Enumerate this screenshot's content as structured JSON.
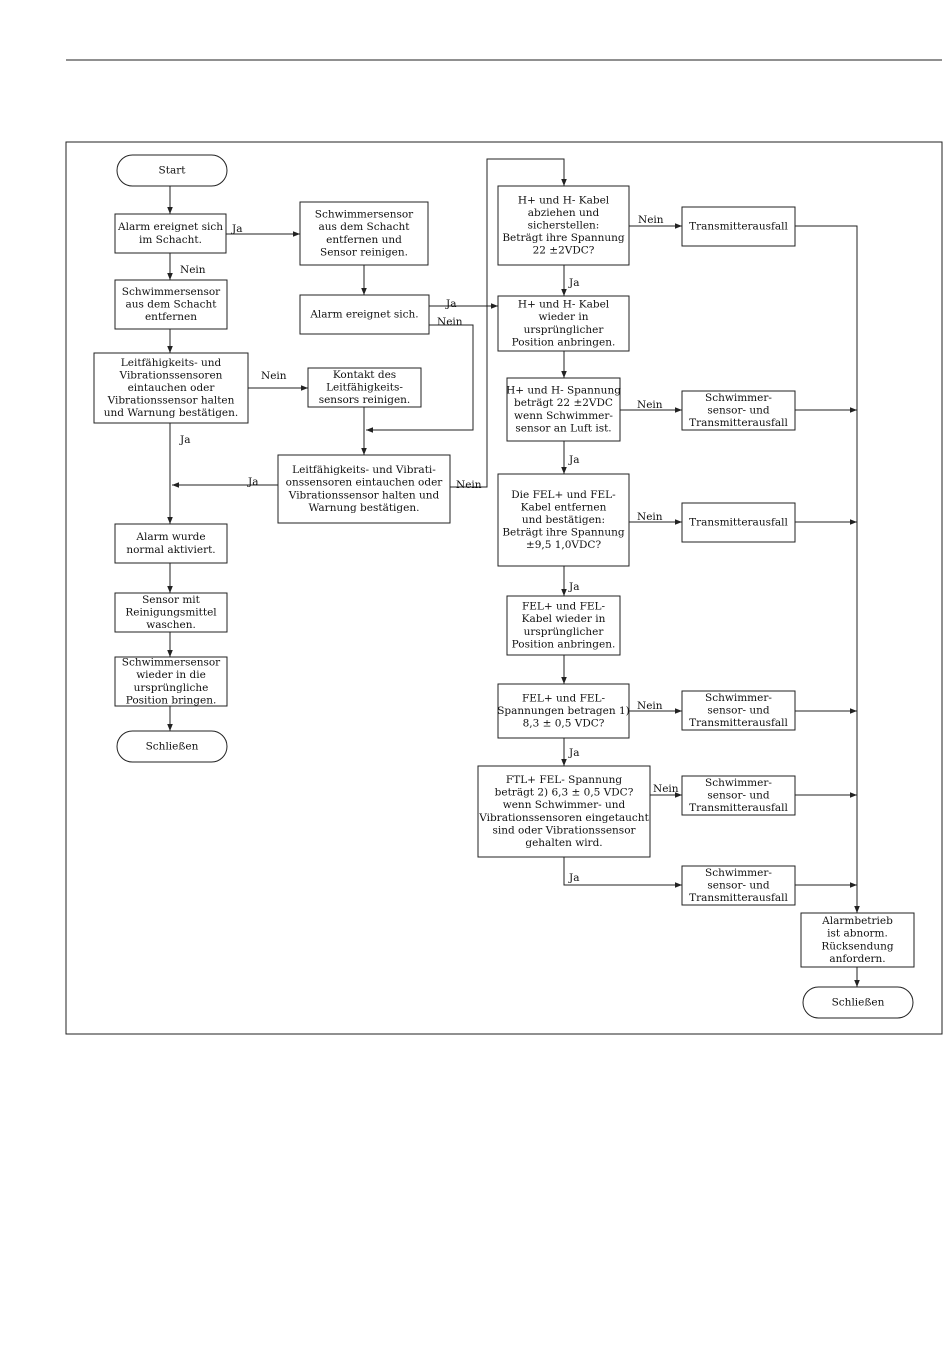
{
  "nodes": {
    "start": "Start",
    "alarm1": "Alarm ereignet sich\nim Schacht.",
    "remove1": "Schwimmersensor\naus dem Schacht\nentfernen und\nSensor reinigen.",
    "remove2": "Schwimmersensor\naus dem Schacht\nentfernen",
    "alarm2": "Alarm ereignet sich.",
    "immerse1": "Leitfähigkeits- und\nVibrationssensoren\neintauchen oder\nVibrationssensor halten\nund Warnung bestätigen.",
    "clean_contact": "Kontakt des\nLeitfähigkeits-\nsensors reinigen.",
    "immerse2": "Leitfähigkeits- und Vibrati-\nonssensoren eintauchen oder\nVibrationssensor halten und\nWarnung bestätigen.",
    "alarm_normal": "Alarm wurde\nnormal aktiviert.",
    "wash": "Sensor mit\nReinigungsmittel\nwaschen.",
    "reposition": "Schwimmersensor\nwieder in die\nursprüngliche\nPosition bringen.",
    "close_left": "Schließen",
    "h_detach": "H+ und H- Kabel\nabziehen und\nsicherstellen:\nBeträgt ihre Spannung\n22 ±2VDC?",
    "h_reattach": "H+ und H- Kabel\nwieder in\nursprünglicher\nPosition anbringen.",
    "h_voltage": "H+ und H- Spannung\nbeträgt 22 ±2VDC\nwenn Schwimmer-\nsensor an Luft ist.",
    "fel_detach": "Die FEL+ und FEL-\nKabel entfernen\nund bestätigen:\nBeträgt ihre Spannung\n±9,5 1,0VDC?",
    "fel_reattach": "FEL+ und FEL-\nKabel wieder in\nursprünglicher\nPosition anbringen.",
    "fel_voltage": "FEL+ und FEL-\nSpannungen betragen 1)\n8,3 ± 0,5 VDC?",
    "ftl_voltage": "FTL+ FEL- Spannung\nbeträgt 2) 6,3  ± 0,5 VDC?\nwenn Schwimmer- und\nVibrationssensoren eingetaucht\nsind oder Vibrationssensor\ngehalten wird.",
    "trans_fail1": "Transmitterausfall",
    "both_fail1": "Schwimmer-\nsensor- und\nTransmitterausfall",
    "trans_fail2": "Transmitterausfall",
    "both_fail2": "Schwimmer-\nsensor- und\nTransmitterausfall",
    "both_fail3": "Schwimmer-\nsensor- und\nTransmitterausfall",
    "both_fail4": "Schwimmer-\nsensor- und\nTransmitterausfall",
    "abnormal": "Alarmbetrieb\nist abnorm.\nRücksendung\nanfordern.",
    "close_right": "Schließen"
  },
  "labels": {
    "yes": "Ja",
    "no": "Nein"
  }
}
